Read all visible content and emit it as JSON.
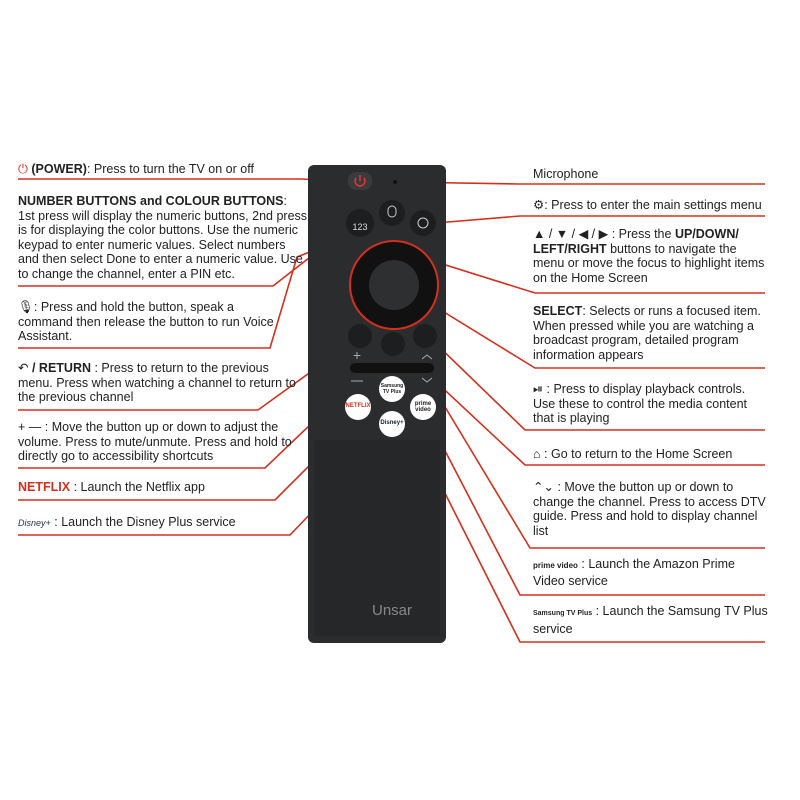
{
  "left": [
    {
      "icon": "power-icon",
      "title": "(POWER)",
      "text": ": Press to turn the TV on or off"
    },
    {
      "title": "NUMBER BUTTONS and COLOUR BUTTONS",
      "text": "1st press will display the numeric buttons, 2nd press is for displaying the color buttons. Use the numeric keypad to enter numeric values. Select numbers and then select Done to enter a numeric value. Use to change the channel, enter a PIN etc."
    },
    {
      "icon": "microphone-icon",
      "text": ": Press and hold the button, speak a command then release the button to run Voice Assistant."
    },
    {
      "icon": "return-icon",
      "title": "/ RETURN",
      "text": " : Press to return to the previous menu. Press when watching a channel to return to the previous channel"
    },
    {
      "icon": "volume-icon",
      "text": ": Move the button up or down to adjust the volume. Press to mute/unmute. Press and hold to directly go to accessibility shortcuts"
    },
    {
      "icon": "netflix-logo",
      "logo": "NETFLIX",
      "text": ": Launch the Netflix app"
    },
    {
      "icon": "disney-plus-logo",
      "logo": "Disney+",
      "text": ": Launch the Disney Plus service"
    }
  ],
  "right": [
    {
      "text": "Microphone"
    },
    {
      "icon": "settings-icon",
      "text": ": Press to enter the main settings menu"
    },
    {
      "icon": "arrows-icon",
      "arrows": "▲ / ▼ / ◀ / ▶",
      "pre": " : Press the ",
      "title": "UP/DOWN/ LEFT/RIGHT",
      "text": " buttons to navigate the menu or move the focus to highlight items on the Home Screen"
    },
    {
      "title": "SELECT",
      "text": ": Selects or runs a focused item. When pressed while you are watching a broadcast program, detailed program information appears"
    },
    {
      "icon": "play-pause-icon",
      "text": ": Press to display playback controls. Use these to control the media content that is playing"
    },
    {
      "icon": "home-icon",
      "text": ": Go to return to the Home Screen"
    },
    {
      "icon": "channel-icon",
      "text": ": Move the button up or down to change the channel. Press to access DTV guide. Press and hold to display channel list"
    },
    {
      "icon": "prime-video-logo",
      "logo": "prime video",
      "text": ": Launch the Amazon Prime Video service"
    },
    {
      "icon": "samsung-tv-plus-logo",
      "logo": "Samsung TV Plus",
      "text": ": Launch the Samsung TV Plus service"
    }
  ],
  "remote": {
    "brand": "Unsar",
    "numbers": "123",
    "netflix": "NETFLIX",
    "samsung": "Samsung TV Plus",
    "prime": "prime video",
    "disney": "Disney+"
  },
  "colors": {
    "accent": "#d2301f",
    "remote": "#2b2c2e"
  }
}
